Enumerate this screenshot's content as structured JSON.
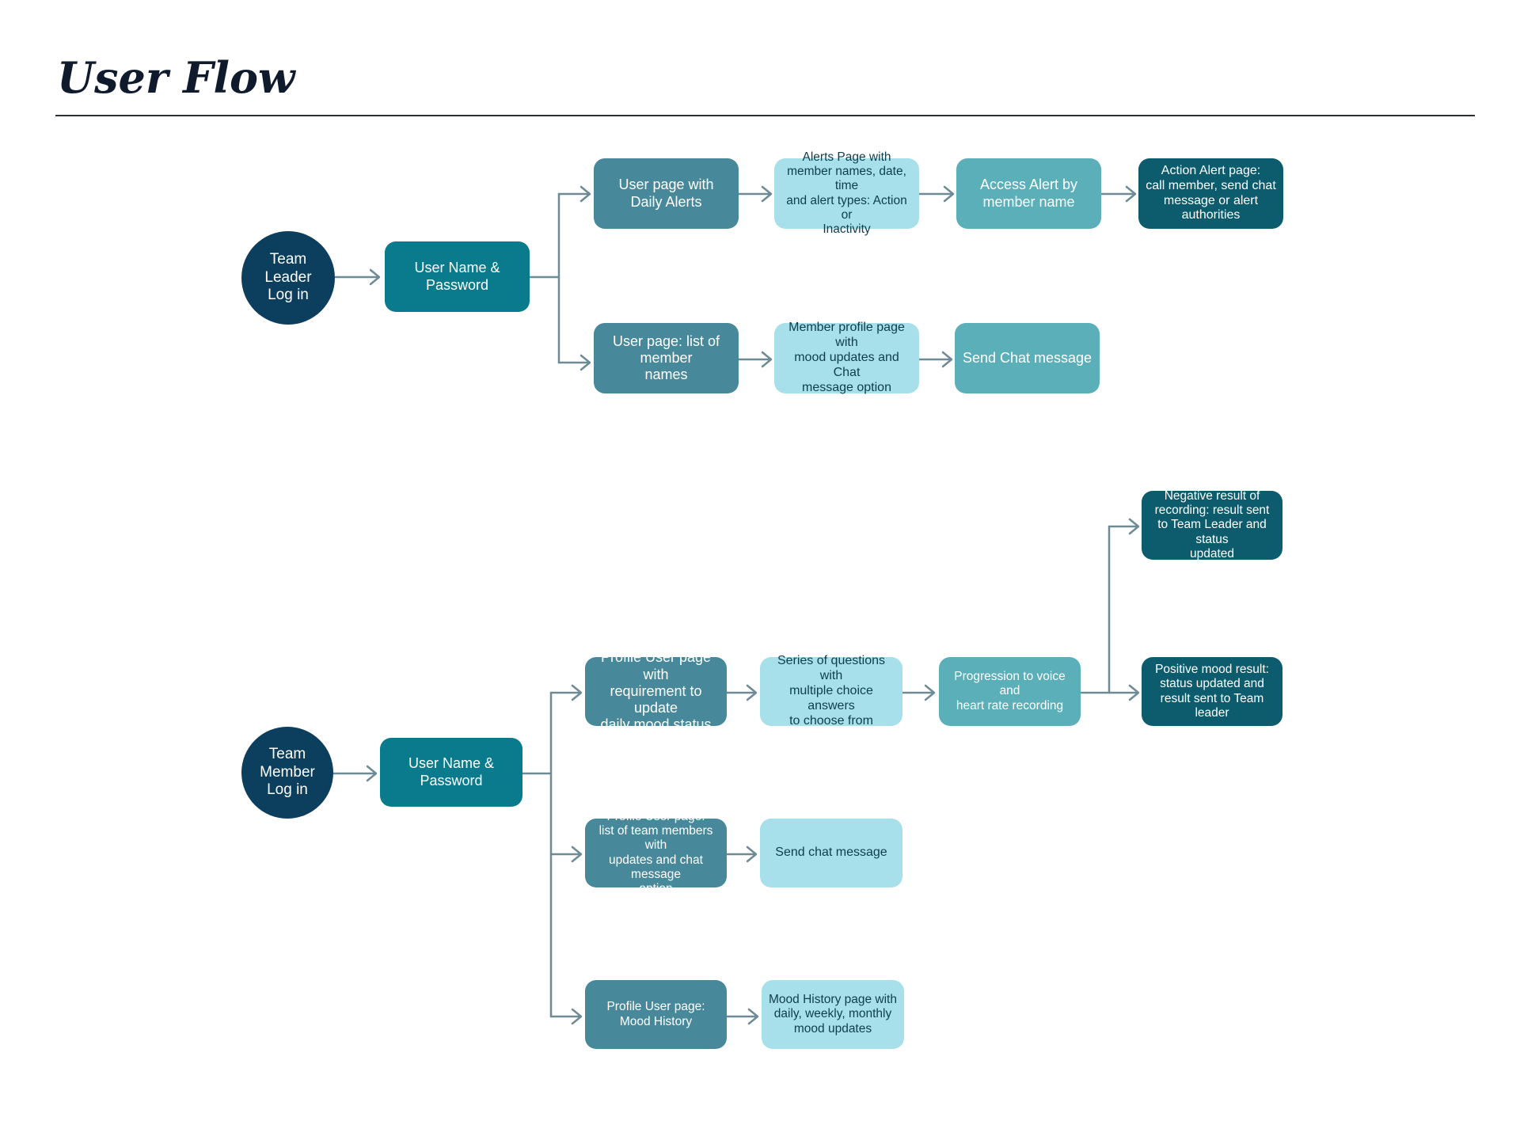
{
  "title": "User Flow",
  "colors": {
    "circle": "#0c3e5e",
    "login_box": "#0a7b8c",
    "user_page": "#47899a",
    "detail_page": "#a7dfeb",
    "action_step": "#5aafb9",
    "result_page": "#0c5c6d",
    "connector": "#6e8b95"
  },
  "team_leader_flow": {
    "start": "Team Leader\nLog in",
    "login": "User Name &\nPassword",
    "alerts_branch": {
      "user_page": "User page with\nDaily Alerts",
      "alerts_page": "Alerts Page with\nmember names, date, time\nand alert types: Action or\nInactivity",
      "access_alert": "Access Alert by\nmember name",
      "action_alert": "Action Alert page:\ncall member, send chat\nmessage or  alert\nauthorities"
    },
    "members_branch": {
      "user_page": "User page: list of\nmember\nnames",
      "profile_page": "Member profile page with\nmood updates and Chat\nmessage option",
      "send_chat": "Send Chat message"
    }
  },
  "team_member_flow": {
    "start": "Team Member\nLog in",
    "login": "User Name &\nPassword",
    "mood_branch": {
      "profile_page": "Profile User page with\nrequirement to update\ndaily mood status",
      "questions": "Series of questions with\nmultiple choice answers\nto choose from",
      "recording": "Progression to voice and\nheart rate recording",
      "negative_result": "Negative result of\nrecording: result sent\nto Team Leader and status\nupdated",
      "positive_result": "Positive mood result:\nstatus updated and\nresult sent to Team\nleader"
    },
    "team_branch": {
      "profile_page": "Profile User page:\nlist of team members with\nupdates and chat message\noption",
      "send_chat": "Send chat message"
    },
    "history_branch": {
      "profile_page": "Profile User page:\nMood History",
      "history_page": "Mood History page with\ndaily, weekly, monthly\nmood updates"
    }
  }
}
